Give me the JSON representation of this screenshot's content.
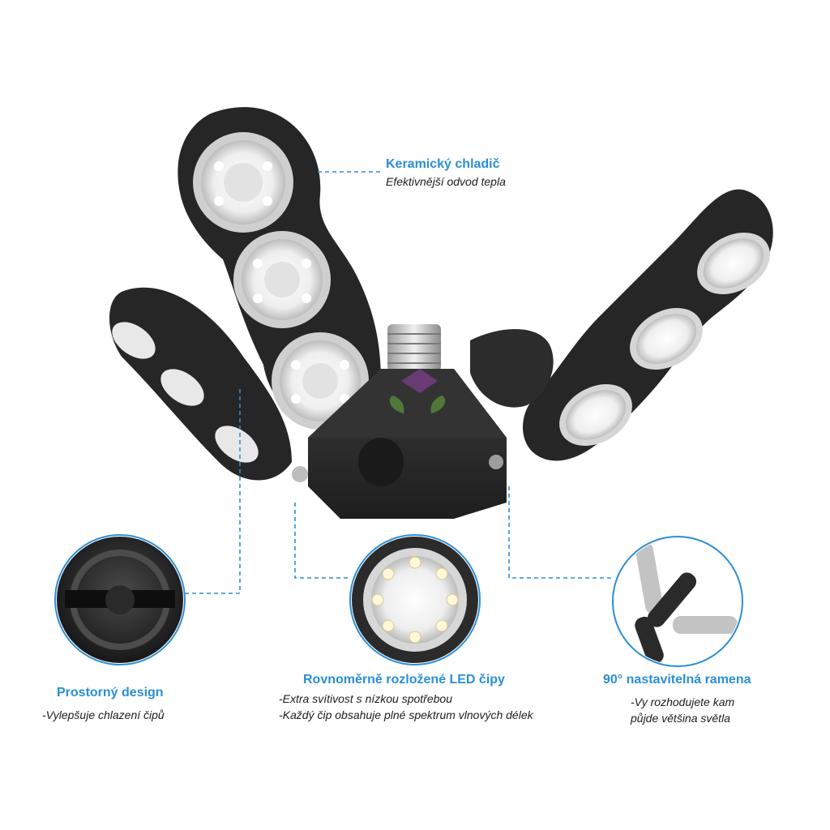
{
  "callouts": {
    "heatsink": {
      "title": "Keramický chladič",
      "lines": [
        "Efektivnější odvod tepla"
      ]
    },
    "design": {
      "title": "Prostorný design",
      "lines": [
        "-Vylepšuje chlazení čipů"
      ]
    },
    "chips": {
      "title": "Rovnoměrně rozložené LED čipy",
      "lines": [
        "-Extra svítivost s nízkou spotřebou",
        "-Každý čip obsahuje plné spektrum vlnových délek"
      ]
    },
    "arms": {
      "title": "90° nastavitelná ramena",
      "lines": [
        "-Vy rozhodujete kam",
        "půjde většina světla"
      ]
    }
  },
  "colors": {
    "accent": "#2a8fd6",
    "housing": "#2b2b2b",
    "led_face": "#f2f2f2",
    "text": "#1c1c1c"
  },
  "icons": {
    "product": "folding-led-garage-light",
    "watermark": "leaf-logo"
  }
}
